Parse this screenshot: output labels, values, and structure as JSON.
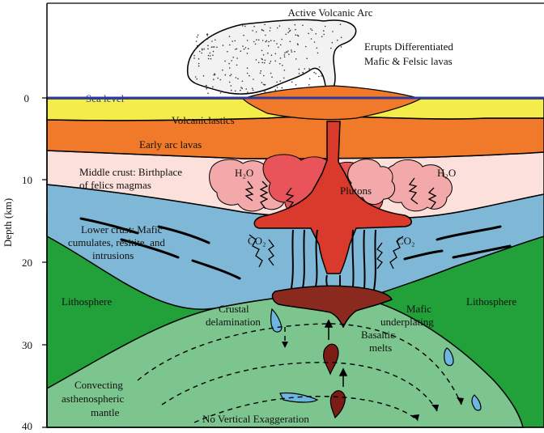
{
  "title": "Active Volcanic Arc",
  "eruption_note": [
    "Erupts Differentiated",
    "Mafic & Felsic lavas"
  ],
  "axis": {
    "label": "Depth (km)",
    "ticks": [
      "0",
      "10",
      "20",
      "30",
      "40"
    ]
  },
  "sea_level": "Sea level",
  "layers": {
    "volcaniclastics": "Volcaniclastics",
    "early_arc_lavas": "Early arc lavas",
    "middle_crust": [
      "Middle crust: Birthplace",
      "of felics magmas"
    ],
    "lower_crust": [
      "Lower crust: Mafic",
      "cumulates, resitite, and",
      "intrusions"
    ],
    "lithosphere_left": "Lithosphere",
    "lithosphere_right": "Lithosphere",
    "mantle": [
      "Convecting",
      "asthenospheric",
      "mantle"
    ]
  },
  "features": {
    "plutons": "Plutons",
    "h2o_left": "H₂O",
    "h2o_right": "H₂O",
    "co2_left": "CO₂",
    "co2_right": "CO₂",
    "crustal_delamination": [
      "Crustal",
      "delamination"
    ],
    "mafic_underplating": [
      "Mafic",
      "underplating"
    ],
    "basaltic_melts": [
      "Basaltic",
      "melts"
    ],
    "no_vertical_exaggeration": "No Vertical Exaggeration"
  },
  "colors": {
    "plume": "#f2f2f2",
    "sea_line": "#2b3aa0",
    "volcaniclastics": "#f4ec4a",
    "early_arc_lavas": "#f07a2a",
    "middle_crust": "#fbe0dc",
    "pluton_light": "#f3a9a9",
    "pluton": "#e8545a",
    "magma": "#d93a2b",
    "lower_crust": "#7fb8d6",
    "lithosphere": "#22a13a",
    "mantle": "#7cc58e",
    "underplate": "#8a2a1f",
    "blob_blue": "#6cb6e0",
    "blob_red": "#7a1d16"
  }
}
